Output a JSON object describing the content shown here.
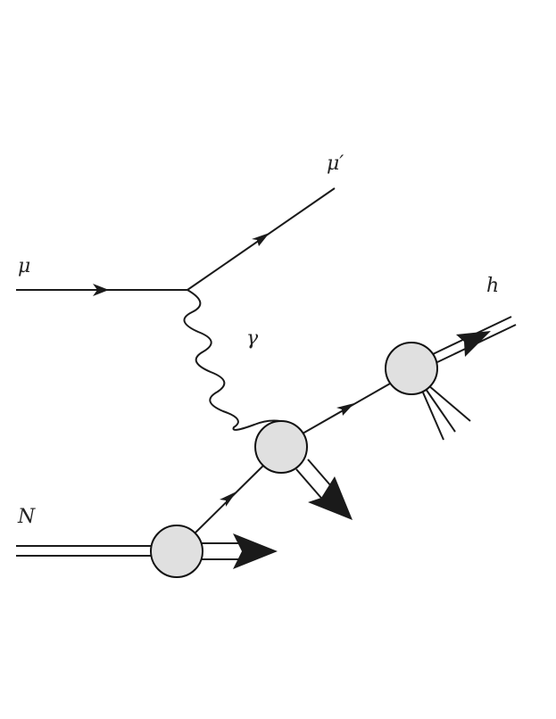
{
  "labels": {
    "incoming_muon": "μ",
    "outgoing_muon": "μ′",
    "photon": "γ",
    "nucleon": "N",
    "hadron": "h"
  },
  "colors": {
    "line": "#1a1a1a",
    "blob_fill": "#e0e0e0",
    "blob_stroke": "#111111",
    "background": "#ffffff"
  }
}
